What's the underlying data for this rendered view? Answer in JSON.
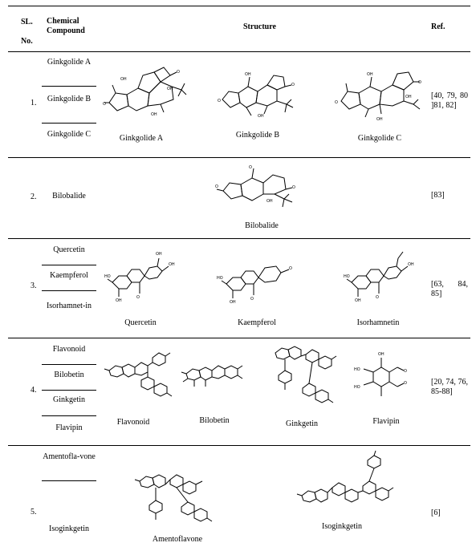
{
  "header": {
    "sl_no": "SL. No.",
    "compound": "Chemical Compound",
    "structure": "Structure",
    "ref": "Ref."
  },
  "rows": [
    {
      "sl": "1.",
      "compounds": [
        "Ginkgolide A",
        "Ginkgolide B",
        "Ginkgolide C"
      ],
      "captions": [
        "Ginkgolide A",
        "Ginkgolide B",
        "Ginkgolide C"
      ],
      "ref": "[40, 79, 80 ]81, 82]"
    },
    {
      "sl": "2.",
      "compounds": [
        "Bilobalide"
      ],
      "captions": [
        "Bilobalide"
      ],
      "ref": "[83]"
    },
    {
      "sl": "3.",
      "compounds": [
        "Quercetin",
        "Kaempferol",
        "Isorhamnet-in"
      ],
      "captions": [
        "Quercetin",
        "Kaempferol",
        "Isorhamnetin"
      ],
      "ref": "[63, 84, 85]"
    },
    {
      "sl": "4.",
      "compounds": [
        "Flavonoid",
        "Bilobetin",
        "Ginkgetin",
        "Flavipin"
      ],
      "captions": [
        "Flavonoid",
        "Bilobetin",
        "Ginkgetin",
        "Flavipin"
      ],
      "ref": "[20, 74, 76, 85-88]"
    },
    {
      "sl": "5.",
      "compounds": [
        "Amentofla-vone",
        "Isoginkgetin"
      ],
      "captions": [
        "Amentoflavone",
        "Isoginkgetin"
      ],
      "ref": "[6]"
    }
  ]
}
